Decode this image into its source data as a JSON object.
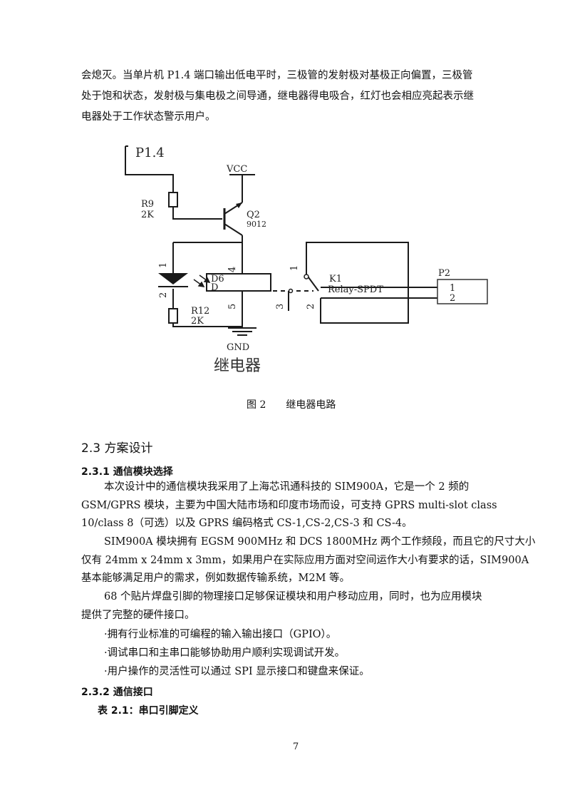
{
  "intro": {
    "line1": "会熄灭。当单片机 P1.4 端口输出低电平时，三极管的发射极对基极正向偏置，三极管",
    "line2": "处于饱和状态，发射极与集电极之间导通，继电器得电吸合，红灯也会相应亮起表示继",
    "line3": "电器处于工作状态警示用户。"
  },
  "figure": {
    "labels": {
      "p14": "P1.4",
      "vcc": "VCC",
      "r9": "R9",
      "r9_val": "2K",
      "q2": "Q2",
      "q2_model": "9012",
      "pin1_left": "1",
      "pin2_left": "2",
      "pin4": "4",
      "pin5": "5",
      "pin1_k": "1",
      "pin2_k": "2",
      "pin3": "3",
      "d6": "D6",
      "d": "D",
      "k1": "K1",
      "relay": "Relay-SPDT",
      "r12": "R12",
      "r12_val": "2K",
      "gnd": "GND",
      "p2": "P2",
      "p2_pin1": "1",
      "p2_pin2": "2",
      "title": "继电器"
    },
    "caption_num": "图 2",
    "caption_text": "继电器电路"
  },
  "section": {
    "heading": "2.3 方案设计",
    "sub1": "2.3.1 通信模块选择",
    "para1": [
      "本次设计中的通信模块我采用了上海芯讯通科技的 SIM900A，它是一个 2 频的",
      "GSM/GPRS 模块，主要为中国大陆市场和印度市场而设，可支持 GPRS multi-slot class",
      "10/class 8（可选）以及 GPRS 编码格式 CS-1,CS-2,CS-3 和 CS-4。"
    ],
    "para2": [
      "SIM900A 模块拥有 EGSM 900MHz 和 DCS 1800MHz 两个工作频段，而且它的尺寸大小",
      "仅有 24mm x 24mm x 3mm，如果用户在实际应用方面对空间运作大小有要求的话，SIM900A",
      "基本能够满足用户的需求，例如数据传输系统，M2M 等。"
    ],
    "para3": [
      "68 个贴片焊盘引脚的物理接口足够保证模块和用户移动应用，同时，也为应用模块",
      "提供了完整的硬件接口。"
    ],
    "bullets": [
      "·拥有行业标准的可编程的输入输出接口（GPIO）。",
      "·调试串口和主串口能够协助用户顺利实现调试开发。",
      "·用户操作的灵活性可以通过 SPI 显示接口和键盘来保证。"
    ],
    "sub2": "2.3.2 通信接口",
    "table_title": "表 2.1：串口引脚定义"
  },
  "page_number": "7"
}
